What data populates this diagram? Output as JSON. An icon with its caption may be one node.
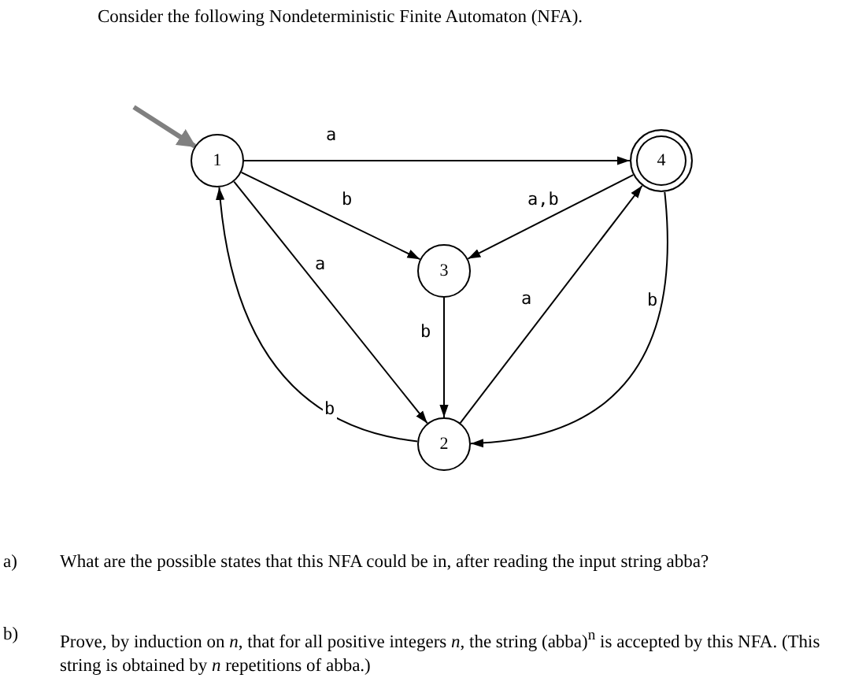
{
  "diagram": {
    "title": "Consider the following Nondeterministic Finite Automaton (NFA).",
    "nodes": [
      {
        "text": [
          "1"
        ]
      },
      {
        "text": [
          "4"
        ]
      },
      {
        "text": [
          "3"
        ]
      },
      {
        "text": [
          "2"
        ]
      }
    ],
    "edges": [
      {
        "from": null,
        "to": 0,
        "arrow": "to",
        "style": "thick",
        "color": "#808080"
      },
      {
        "from": 0,
        "to": 1,
        "arrow": "to",
        "label": "a"
      },
      {
        "from": 0,
        "to": 2,
        "arrow": "to",
        "label": "b"
      },
      {
        "from": 1,
        "to": 2,
        "arrow": "to",
        "label": "a,b"
      },
      {
        "from": 0,
        "to": 3,
        "arrow": "to",
        "label": "a"
      },
      {
        "from": 3,
        "to": 0,
        "arrow": "to",
        "label": "b"
      },
      {
        "from": 2,
        "to": 3,
        "arrow": "to",
        "label": "b"
      },
      {
        "from": 3,
        "to": 1,
        "arrow": "to",
        "label": "a"
      },
      {
        "from": 1,
        "to": 3,
        "arrow": "to",
        "label": "b"
      }
    ],
    "labels": [
      "a)",
      "What are the possible states that this NFA could be in, after reading the input string abba?",
      "b)",
      "Prove, by induction on *n*, that for all positive integers *n*, the string (abba)$^{n}$ is accepted by this NFA. (This string is obtained by *n* repetitions of abba.)"
    ]
  }
}
